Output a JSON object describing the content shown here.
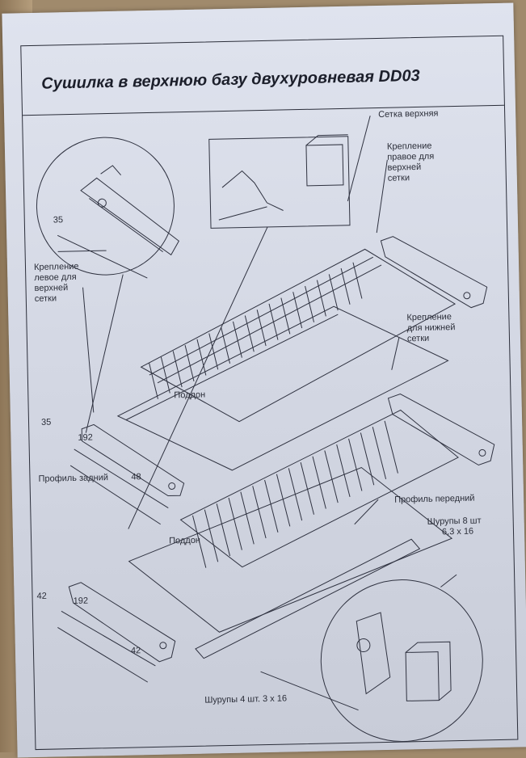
{
  "title": "Сушилка в верхнюю базу двухуровневая DD03",
  "labels": {
    "upper_grid": "Сетка верхняя",
    "right_mount_upper": [
      "Крепление",
      "правое для",
      "верхней",
      "сетки"
    ],
    "left_mount_upper": [
      "Крепление",
      "левое для",
      "верхней",
      "сетки"
    ],
    "lower_mount": [
      "Крепление",
      "для нижней",
      "сетки"
    ],
    "tray_upper": "Поддон",
    "tray_lower": "Поддон",
    "rear_profile": "Профиль задний",
    "front_profile": "Профиль передний",
    "screws_8": [
      "Шурупы 8 шт",
      "6,3 x 16"
    ],
    "screws_4": "Шурупы 4 шт. 3 x 16"
  },
  "dimensions": {
    "detail_35": "35",
    "left_35": "35",
    "left_192": "192",
    "left_48": "48",
    "bottom_42a": "42",
    "bottom_192": "192",
    "bottom_42b": "42"
  }
}
